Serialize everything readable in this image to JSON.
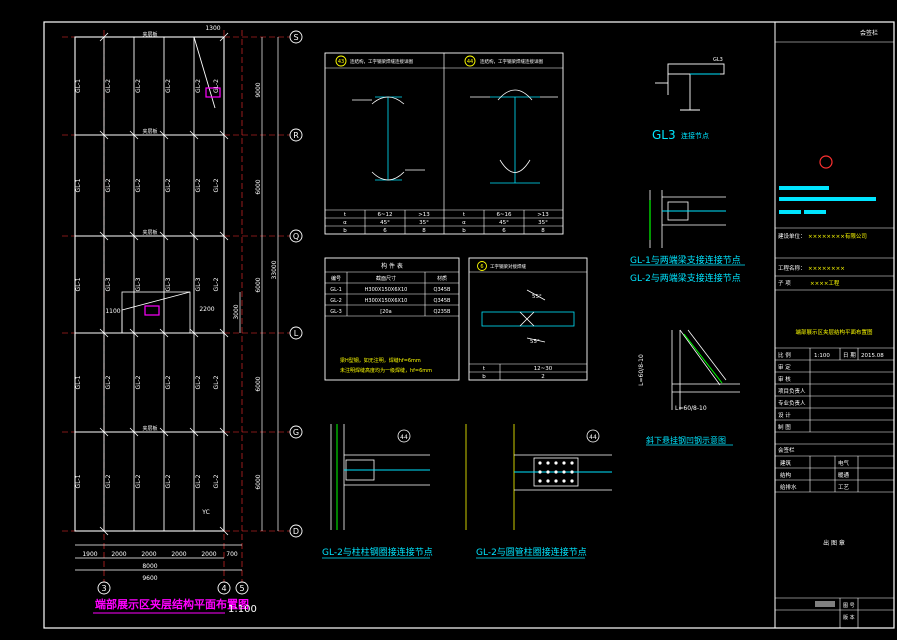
{
  "plan": {
    "title": "端部展示区夹层结构平面布置图",
    "scale": "1:100",
    "axes_right": [
      "S",
      "R",
      "Q",
      "L",
      "G",
      "D"
    ],
    "axes_bottom": [
      "3",
      "4",
      "5"
    ],
    "dims_right": [
      "9000",
      "6000",
      "6000",
      "6000",
      "6000"
    ],
    "dim_total": "33000",
    "dims_bottom": [
      "1900",
      "2000",
      "2000",
      "2000",
      "2000"
    ],
    "dim_bottom_end": "700",
    "dim_total_bottom": "8000",
    "dim_overall_bottom": "9600",
    "dim_top": "1300",
    "dim_opening_w": "1100",
    "dim_opening_w2": "2200",
    "dim_opening_h": "3000",
    "beam_labels": [
      "GL-1",
      "GL-2",
      "GL-3"
    ],
    "note_yc": "YC",
    "room_label": "夹层板"
  },
  "detail43": {
    "num": "43",
    "title": "连结构，工字钢梁焊缝连接详图",
    "table_header": [
      "t",
      "6~12",
      ">13"
    ],
    "table_row1": [
      "α",
      "45°",
      "35°"
    ],
    "table_row2": [
      "b",
      "6",
      "8"
    ]
  },
  "detail44": {
    "num": "44",
    "title": "连结构，工字钢梁焊缝连接详图",
    "table_header": [
      "t",
      "6~16",
      ">13"
    ],
    "table_row1": [
      "α",
      "45°",
      "35°"
    ],
    "table_row2": [
      "b",
      "6",
      "8"
    ]
  },
  "schedule": {
    "title": "构 件 表",
    "headers": [
      "编号",
      "截面尺寸",
      "材质"
    ],
    "rows": [
      [
        "GL-1",
        "H300X150X6X10",
        "Q345B"
      ],
      [
        "GL-2",
        "H300X150X6X10",
        "Q345B"
      ],
      [
        "GL-3",
        "[20a",
        "Q235B"
      ]
    ],
    "note1": "梁H型钢，如无注明，焊缝hf=6mm",
    "note2": "未注明焊缝高度均为一级焊缝，hf=6mm"
  },
  "detail_weld": {
    "num": "6",
    "title": "工字钢梁对接焊缝",
    "angle1": "55°",
    "angle2": "55°",
    "table_row1": [
      "t",
      "12~30"
    ],
    "table_row2": [
      "b",
      "2"
    ]
  },
  "titles": {
    "gl3": "GL3",
    "gl3_suffix": "连接节点",
    "gl1_end": "GL-1与两端梁支接连接节点",
    "gl2_end": "GL-2与两端梁支接连接节点",
    "gl2_col": "GL-2与柱柱钢圈接连接节点",
    "gl2_pipe": "GL-2与圆管柱圈接连接节点",
    "brace": "斜下悬挂钢凹钢示意图",
    "brace_dim1": "L=60/8-10",
    "brace_dim2": "L=60/8-10"
  },
  "titleblock": {
    "stamp": "会签栏",
    "client": "建设单位：",
    "client_val": "××××××××有限公司",
    "project": "工程名称：",
    "project_val": "××××××××",
    "sub": "子    项",
    "sub_val": "××××工程",
    "drawing_val": "端部展示区夹层结构平面布置图",
    "row_labels": [
      "比 例",
      "审 定",
      "审 核",
      "项目负责人",
      "专业负责人",
      "设 计",
      "制 图"
    ],
    "row_vals": [
      "1:100",
      "",
      "",
      "",
      "",
      "",
      ""
    ],
    "date_label": "日 期",
    "date_val": "2015.08",
    "approve_label": "会签栏",
    "disc": [
      "建筑",
      "电气",
      "结构",
      "暖通",
      "给排水",
      "工艺"
    ],
    "seal_label": "出 图 章",
    "bottom_a": "图 号",
    "bottom_b": "版 本"
  },
  "colors": {
    "bg": "#000000",
    "frame": "#ffffff",
    "grid_red": "#ff3030",
    "cyan": "#00e5ff",
    "yellow": "#ffff00",
    "magenta": "#ff00ff",
    "green": "#00ff00"
  }
}
